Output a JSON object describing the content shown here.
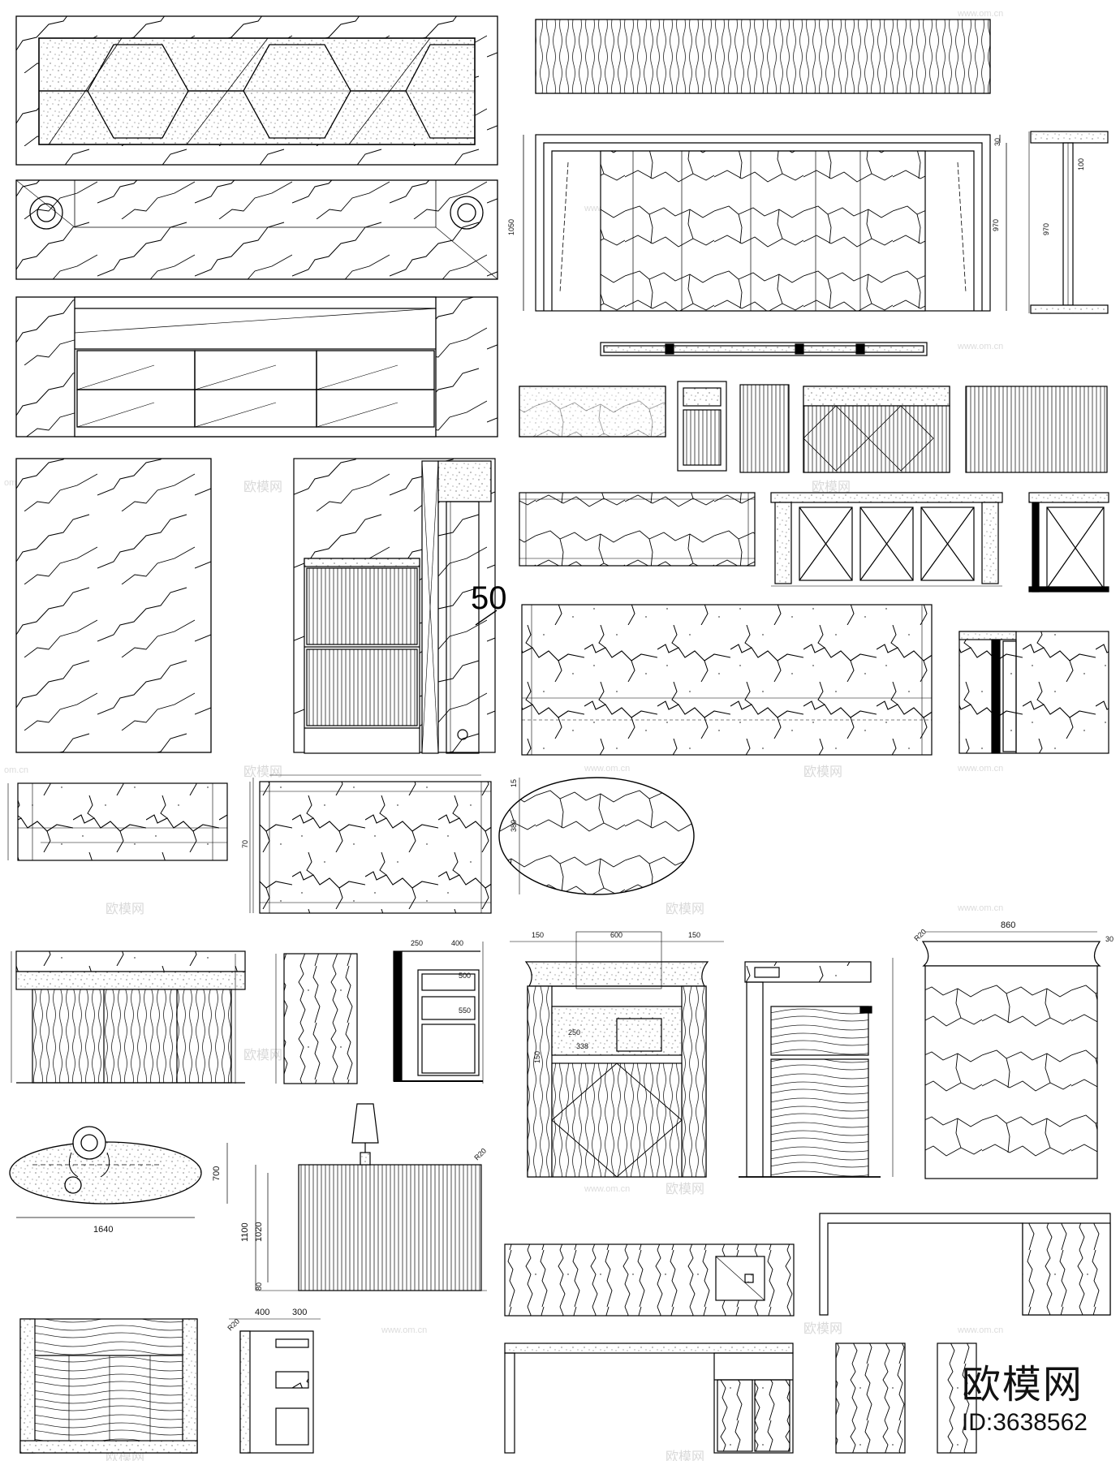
{
  "watermark": {
    "text": "欧模网",
    "url": "www.om.cn",
    "url_short": "om.cn"
  },
  "brand": {
    "name": "欧模网",
    "id_label": "ID:3638562"
  },
  "annotations": {
    "big_mark": "50",
    "plan_width": "1640",
    "plan_depth": "700",
    "height_overall": "1100",
    "height_body": "1020",
    "plinth": "80",
    "radius": "R20",
    "side_a": "400",
    "side_b": "300",
    "panel_h": "1050",
    "panel_inner": "970",
    "top_w": "600",
    "edge_l": "150",
    "edge_r": "150",
    "unit_w": "860",
    "oval_h": "380",
    "oval_top": "15",
    "thk": "30",
    "small_vals": [
      "250",
      "400",
      "500",
      "550",
      "250",
      "338",
      "150",
      "100",
      "70"
    ]
  },
  "colors": {
    "line": "#000000",
    "watermark": "#d9d9d9",
    "background": "#ffffff"
  }
}
